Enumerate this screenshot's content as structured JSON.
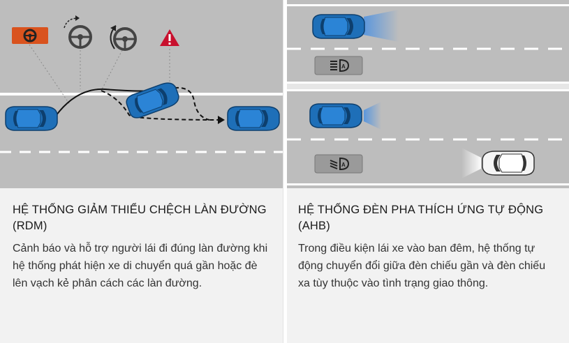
{
  "rdm": {
    "title": "HỆ THỐNG GIẢM THIỂU CHỆCH LÀN ĐƯỜNG (RDM)",
    "description": "Cảnh báo và hỗ trợ người lái đi đúng làn đường khi hệ thống phát hiện xe di chuyển quá gần hoặc đè lên vạch kẻ phân cách các làn đường.",
    "icons": [
      "steering-warning-icon",
      "steering-assist-icon",
      "steering-correct-icon",
      "warning-triangle-icon"
    ]
  },
  "ahb": {
    "title": "HỆ THỐNG ĐÈN PHA THÍCH ỨNG TỰ ĐỘNG (AHB)",
    "description": "Trong điều kiện lái xe vào ban đêm, hệ thống tự động chuyển đổi giữa đèn chiếu gần và đèn chiếu xa tùy thuộc vào tình trạng giao thông.",
    "icons": [
      "high-beam-auto-icon",
      "low-beam-auto-icon"
    ],
    "badge_letter": "A"
  },
  "colors": {
    "road": "#bdbdbd",
    "car_body": "#1e6fb8",
    "warning_orange": "#d9531e",
    "warning_red": "#c8102e",
    "beam": "#4a90e2"
  }
}
